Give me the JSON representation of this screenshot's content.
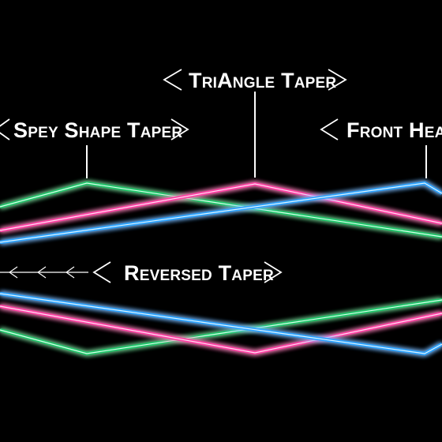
{
  "labels": {
    "triangle": "TriAngle Taper",
    "spey": "Spey Shape Taper",
    "front": "Front Heav",
    "reversed": "Reversed Taper"
  },
  "colors": {
    "background": "#000000",
    "green": "#1ec76a",
    "pink": "#ff3fa4",
    "blue": "#2aa3ff",
    "text": "#ffffff"
  }
}
